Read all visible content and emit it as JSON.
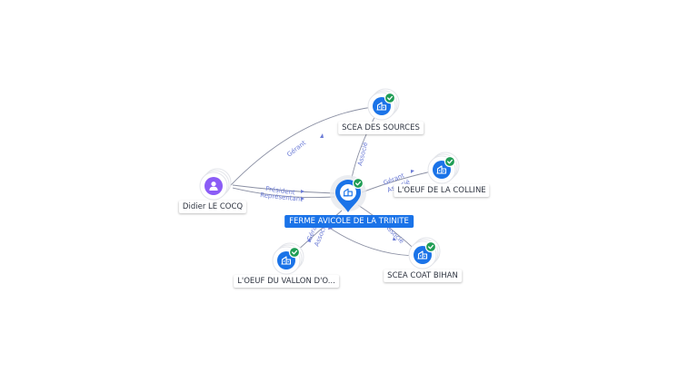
{
  "graph": {
    "center": {
      "label": "FERME AVICOLE DE LA TRINITE",
      "icon": "building-icon",
      "verified": true
    },
    "nodes": [
      {
        "id": "sources",
        "label": "SCEA DES SOURCES",
        "icon": "building-icon",
        "verified": true
      },
      {
        "id": "colline",
        "label": "L'OEUF DE LA COLLINE",
        "icon": "building-icon",
        "verified": true
      },
      {
        "id": "bihan",
        "label": "SCEA COAT BIHAN",
        "icon": "building-icon",
        "verified": true
      },
      {
        "id": "vallon",
        "label": "L'OEUF DU VALLON D'O...",
        "icon": "building-icon",
        "verified": true
      },
      {
        "id": "didier",
        "label": "Didier LE COCQ",
        "icon": "person-icon",
        "verified": false
      }
    ],
    "edge_labels": {
      "didier_sources": "Gérant",
      "didier_center_1": "Président",
      "didier_center_2": "Représentant",
      "center_sources": "Associé",
      "center_colline_1": "Gérant",
      "center_colline_2": "Associé",
      "center_bihan": "Associé",
      "center_vallon_1": "Gérant",
      "center_vallon_2": "Associé"
    },
    "colors": {
      "company": "#1a73e8",
      "person": "#8b5cf6",
      "verified": "#1f9d55",
      "edge_label": "#6b7bd6"
    }
  }
}
